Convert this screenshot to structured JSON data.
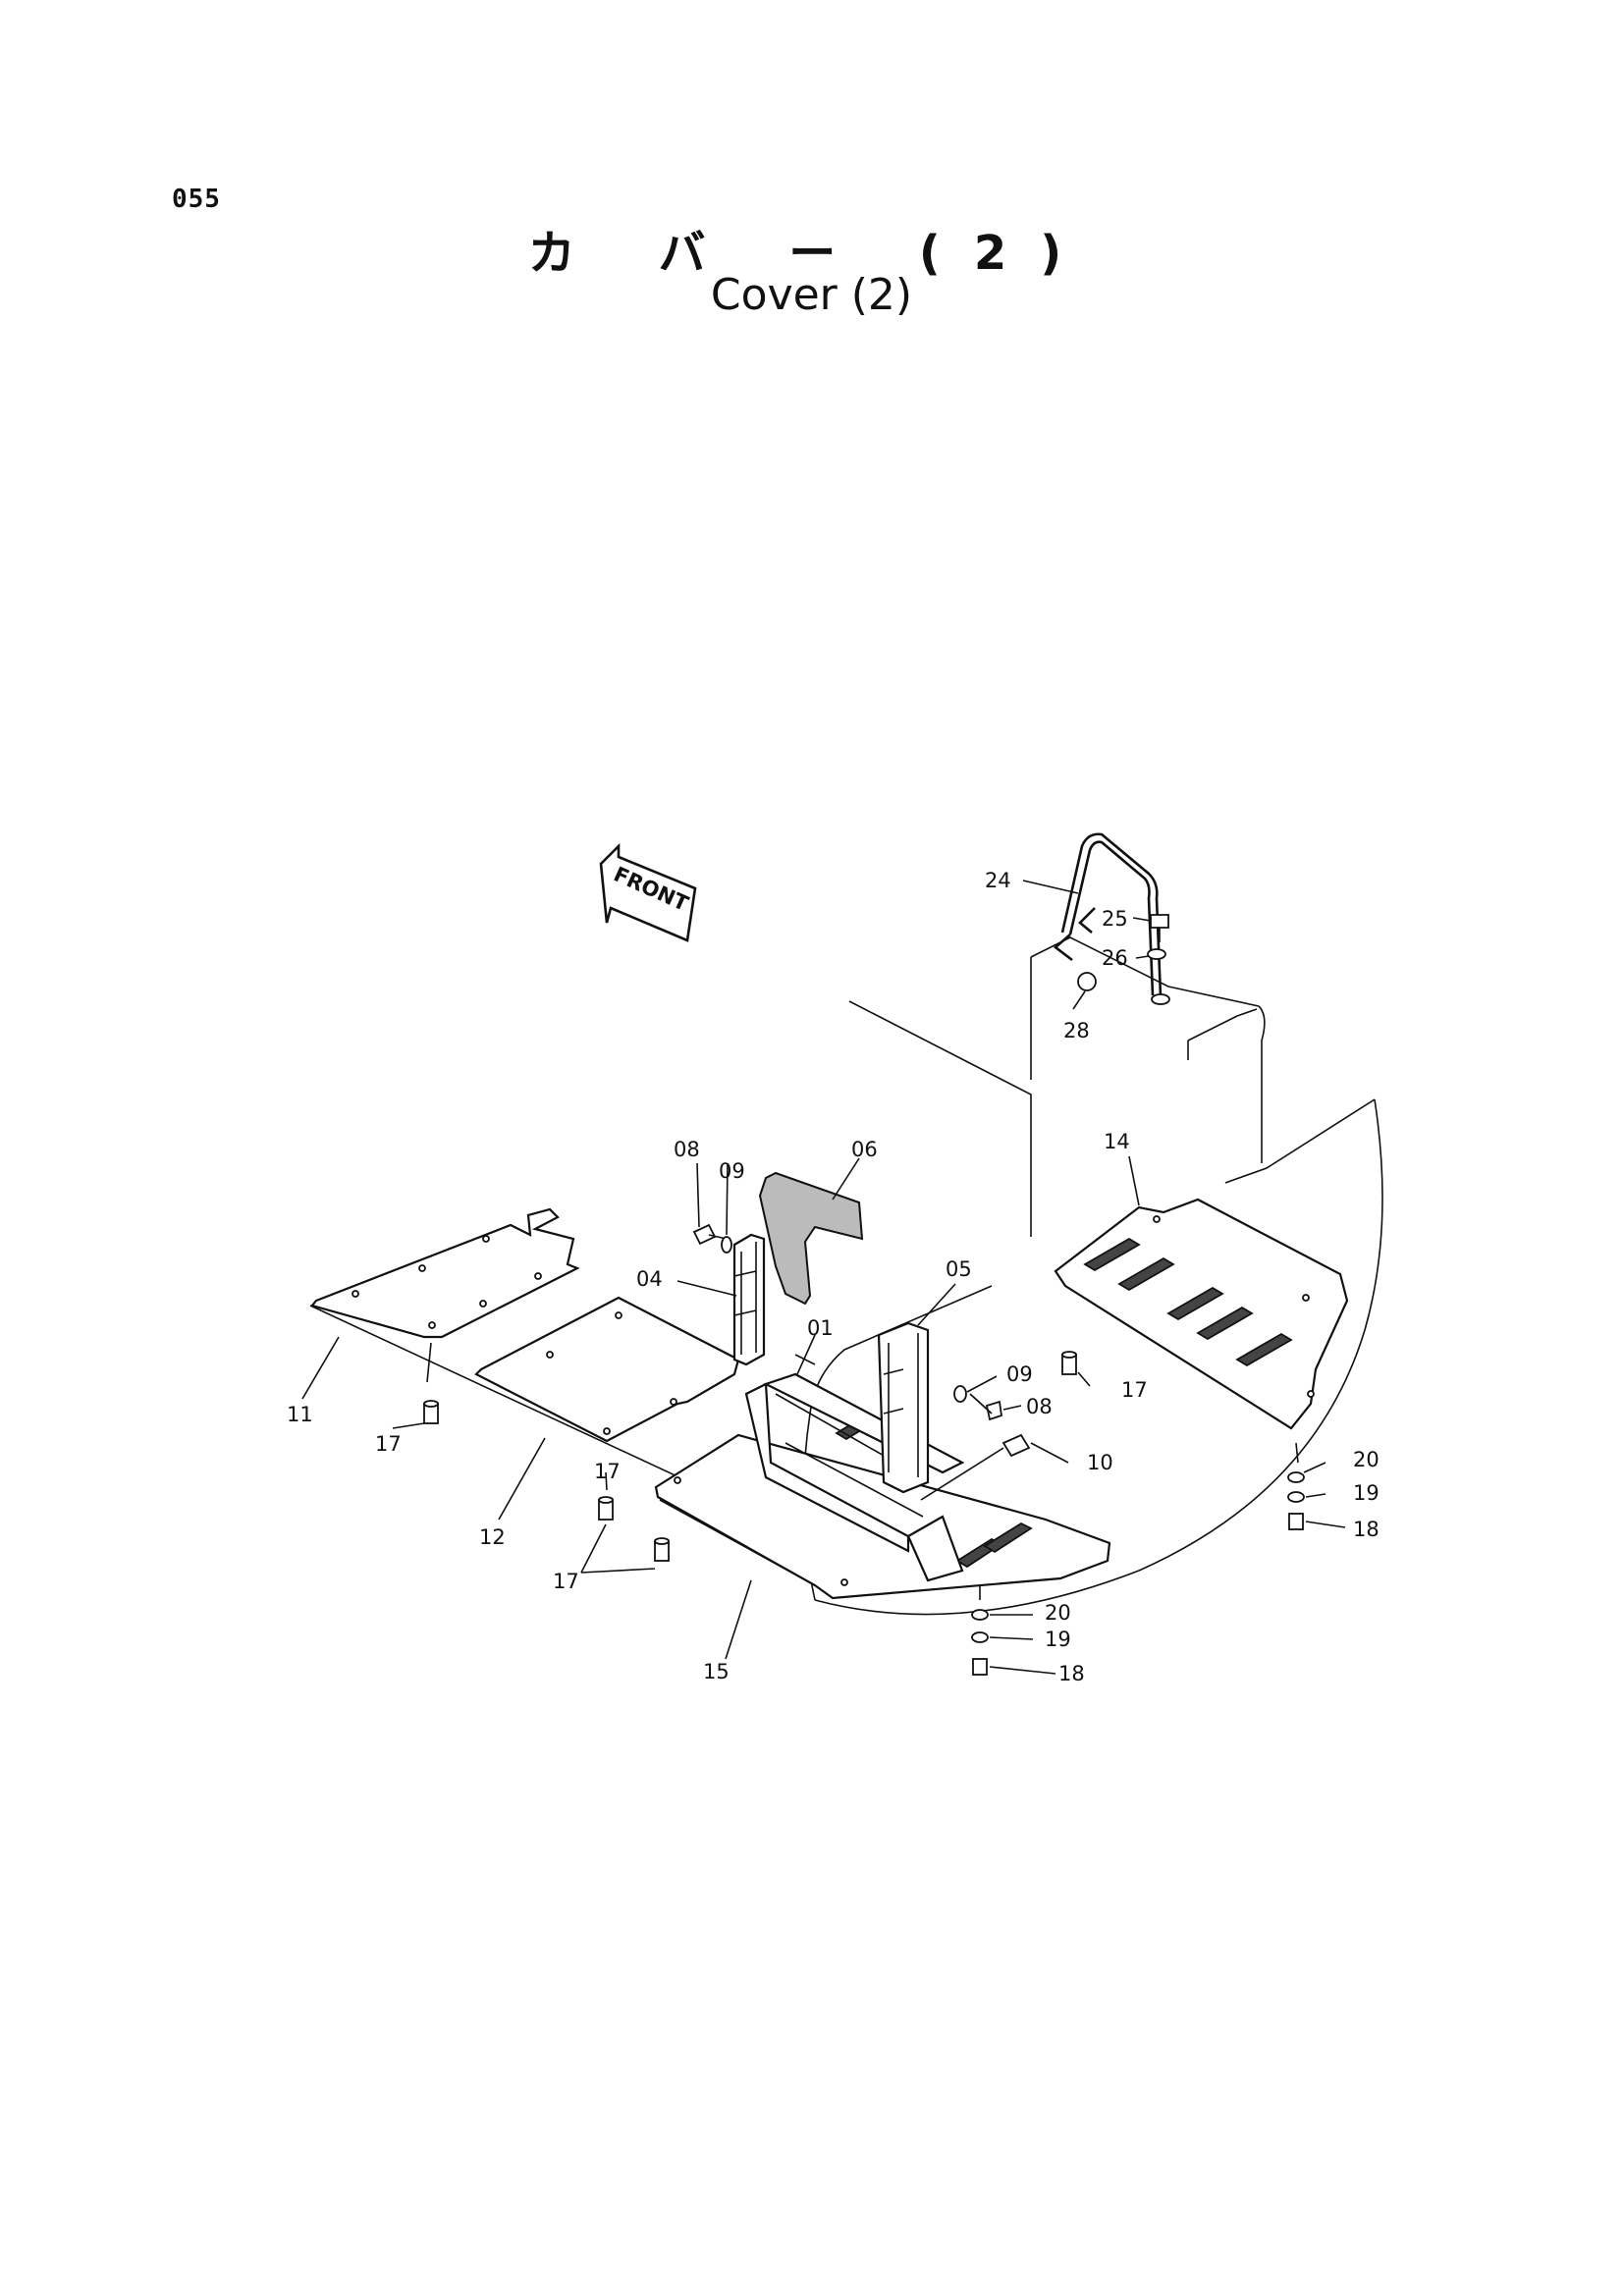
{
  "header": {
    "page_number": "055",
    "title_jp": "カ バ ー (2)",
    "title_en": "Cover (2)"
  },
  "diagram": {
    "direction_label": "FRONT",
    "callouts": [
      "01",
      "04",
      "05",
      "06",
      "08",
      "08",
      "09",
      "09",
      "10",
      "11",
      "12",
      "14",
      "15",
      "17",
      "17",
      "17",
      "17",
      "18",
      "18",
      "19",
      "19",
      "20",
      "20",
      "24",
      "25",
      "26",
      "28"
    ]
  }
}
